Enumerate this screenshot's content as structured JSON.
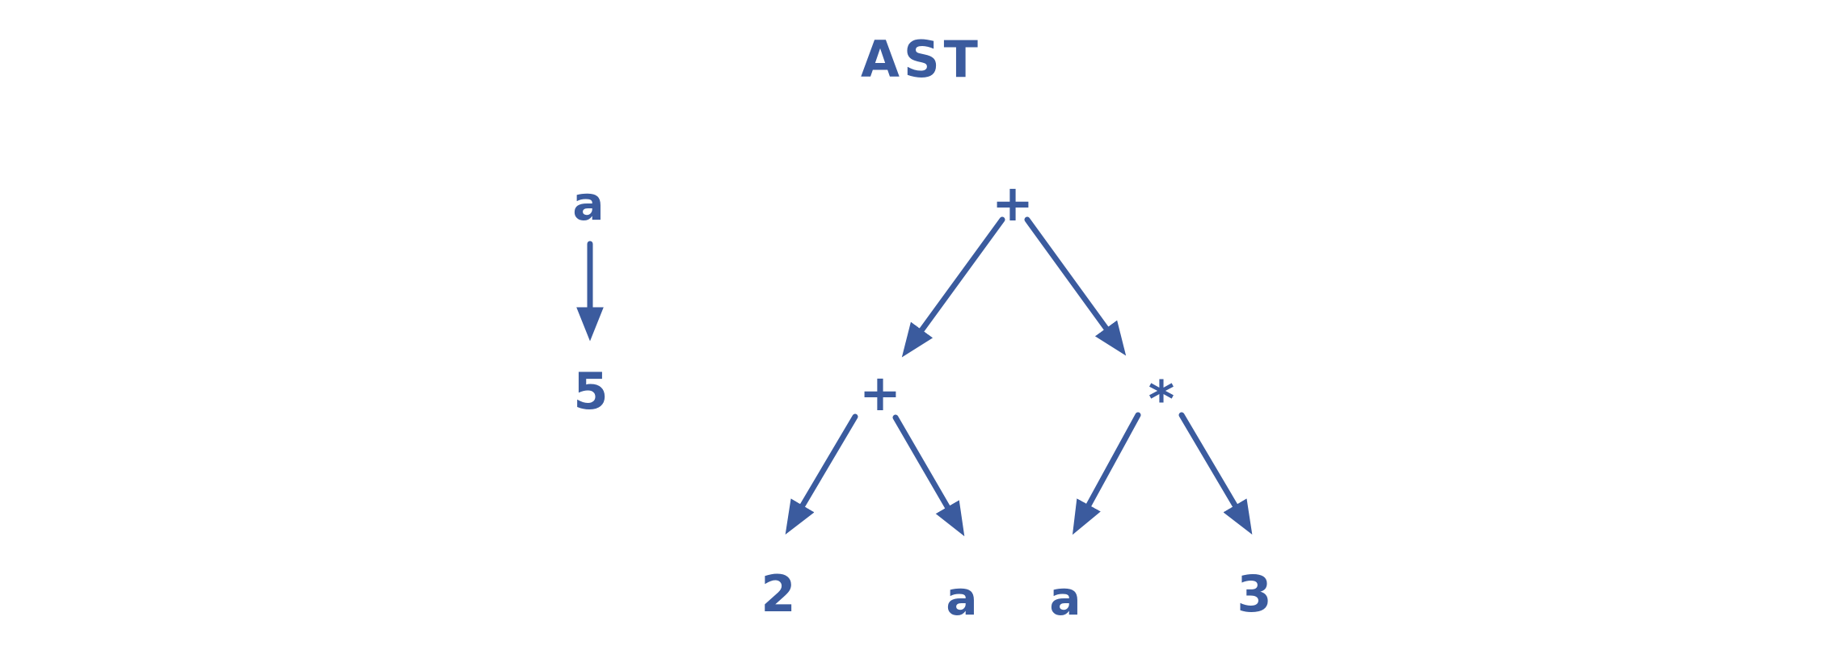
{
  "title": "AST",
  "colors": {
    "ink": "#3b5b9e",
    "background": "#ffffff"
  },
  "binding": {
    "variable": "a",
    "value": "5",
    "relation": "arrow-down"
  },
  "tree": {
    "root": {
      "label": "+",
      "children": [
        {
          "label": "+",
          "children": [
            {
              "label": "2",
              "children": []
            },
            {
              "label": "a",
              "children": []
            }
          ]
        },
        {
          "label": "*",
          "children": [
            {
              "label": "a",
              "children": []
            },
            {
              "label": "3",
              "children": []
            }
          ]
        }
      ]
    }
  },
  "labels": {
    "title": "AST",
    "var_name": "a",
    "var_value": "5",
    "root_op": "+",
    "left_op": "+",
    "right_op": "*",
    "leaf_2": "2",
    "leaf_a1": "a",
    "leaf_a2": "a",
    "leaf_3": "3"
  }
}
